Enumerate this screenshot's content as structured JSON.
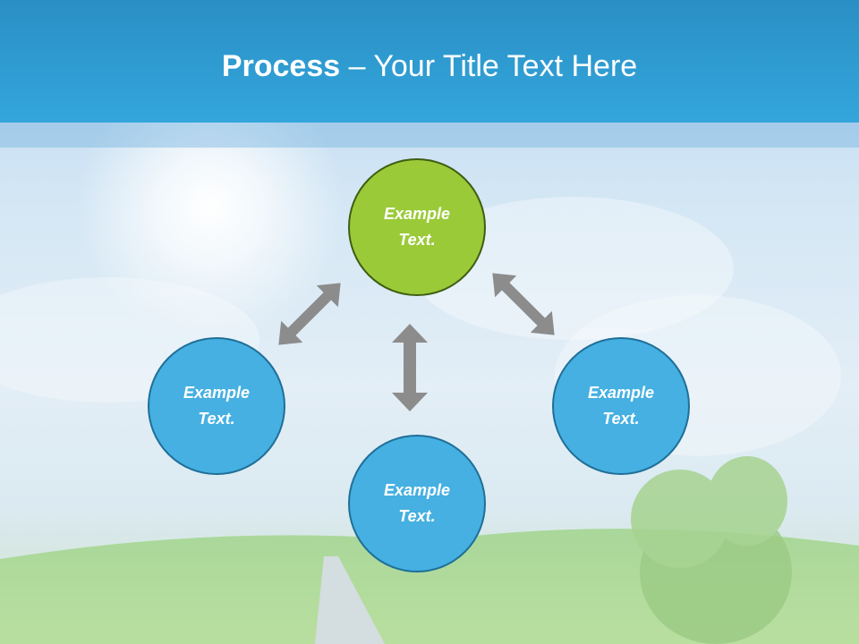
{
  "title": {
    "bold": "Process",
    "rest": " – Your Title Text Here"
  },
  "nodes": {
    "top": "Example\nText.",
    "left": "Example\nText.",
    "right": "Example\nText.",
    "bottom": "Example\nText."
  },
  "colors": {
    "header": "#33a6dc",
    "node_green": "#9aca38",
    "node_blue": "#45b0e1",
    "arrow": "#8c8c8c"
  }
}
